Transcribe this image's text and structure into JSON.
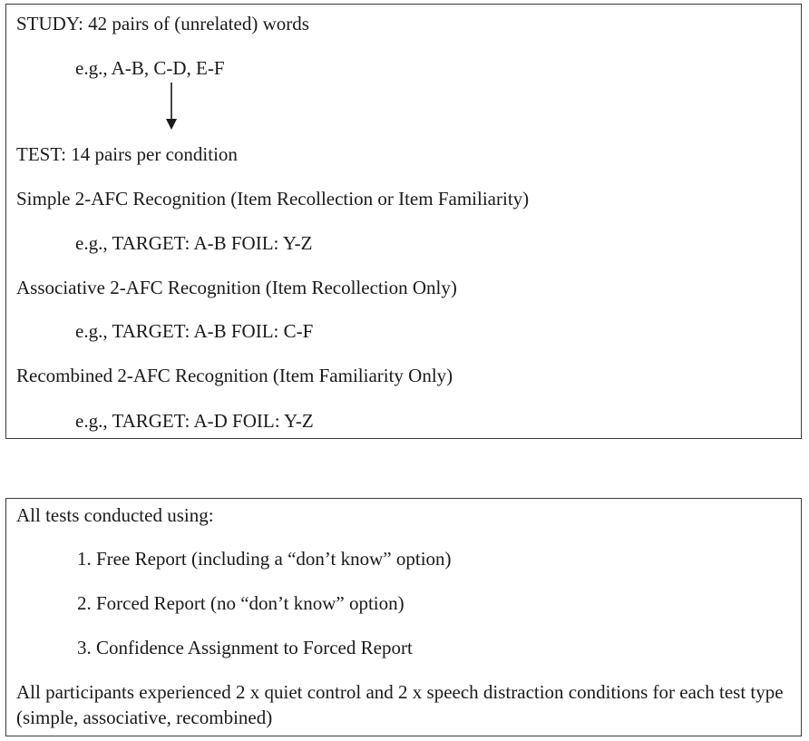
{
  "box1": {
    "study_heading": "STUDY: 42 pairs of (unrelated) words",
    "study_example": "e.g., A-B, C-D, E-F",
    "test_heading": "TEST: 14 pairs per condition",
    "conditions": [
      {
        "label": "Simple 2-AFC Recognition (Item Recollection or Item Familiarity)",
        "example": "e.g., TARGET: A-B   FOIL: Y-Z"
      },
      {
        "label": "Associative 2-AFC Recognition (Item Recollection Only)",
        "example": "e.g., TARGET: A-B   FOIL: C-F"
      },
      {
        "label": "Recombined 2-AFC Recognition (Item Familiarity Only)",
        "example": "e.g., TARGET: A-D   FOIL: Y-Z"
      }
    ]
  },
  "box2": {
    "heading": "All tests conducted using:",
    "methods": [
      "1. Free Report (including a “don’t know” option)",
      "2. Forced Report (no “don’t know” option)",
      "3. Confidence Assignment to Forced Report"
    ],
    "footer": "All participants experienced 2 x quiet control and 2 x speech distraction conditions for each test type (simple, associative, recombined)"
  }
}
